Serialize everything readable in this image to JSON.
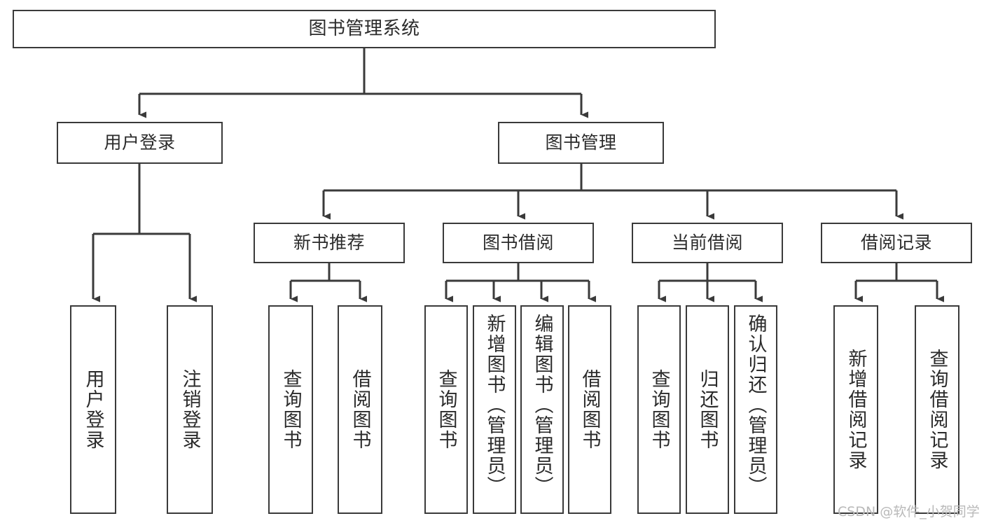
{
  "diagram": {
    "title": "图书管理系统",
    "type": "function-structure-tree",
    "orientation": "top-down",
    "colors": {
      "box_border": "#3a3a3a",
      "box_fill": "#ffffff",
      "edge": "#3a3a3a",
      "text": "#2b2b2b",
      "watermark": "#b9b9b9",
      "background": "#ffffff"
    },
    "levels": {
      "root": {
        "label": "图书管理系统"
      },
      "level2": [
        {
          "id": "user-login",
          "label": "用户登录"
        },
        {
          "id": "book-manage",
          "label": "图书管理"
        }
      ],
      "level3": [
        {
          "id": "new-book-recommend",
          "label": "新书推荐",
          "parent": "book-manage"
        },
        {
          "id": "book-borrow",
          "label": "图书借阅",
          "parent": "book-manage"
        },
        {
          "id": "current-borrow",
          "label": "当前借阅",
          "parent": "book-manage"
        },
        {
          "id": "borrow-record",
          "label": "借阅记录",
          "parent": "book-manage"
        }
      ],
      "leaves": [
        {
          "id": "leaf-user-login",
          "label": "用户登录",
          "parent": "user-login"
        },
        {
          "id": "leaf-logout-login",
          "label": "注销登录",
          "parent": "user-login"
        },
        {
          "id": "leaf-query-book-1",
          "label": "查询图书",
          "parent": "new-book-recommend"
        },
        {
          "id": "leaf-borrow-book-1",
          "label": "借阅图书",
          "parent": "new-book-recommend"
        },
        {
          "id": "leaf-query-book-2",
          "label": "查询图书",
          "parent": "book-borrow"
        },
        {
          "id": "leaf-add-book",
          "label": "新增图书（管理员）",
          "parent": "book-borrow"
        },
        {
          "id": "leaf-edit-book",
          "label": "编辑图书（管理员）",
          "parent": "book-borrow"
        },
        {
          "id": "leaf-borrow-book-2",
          "label": "借阅图书",
          "parent": "book-borrow"
        },
        {
          "id": "leaf-query-book-3",
          "label": "查询图书",
          "parent": "current-borrow"
        },
        {
          "id": "leaf-return-book",
          "label": "归还图书",
          "parent": "current-borrow"
        },
        {
          "id": "leaf-confirm-return",
          "label": "确认归还（管理员）",
          "parent": "current-borrow"
        },
        {
          "id": "leaf-add-borrow-record",
          "label": "新增借阅记录",
          "parent": "borrow-record"
        },
        {
          "id": "leaf-query-borrow-record",
          "label": "查询借阅记录",
          "parent": "borrow-record"
        }
      ]
    }
  },
  "watermark": {
    "text": "CSDN @软件_小贺同学"
  }
}
